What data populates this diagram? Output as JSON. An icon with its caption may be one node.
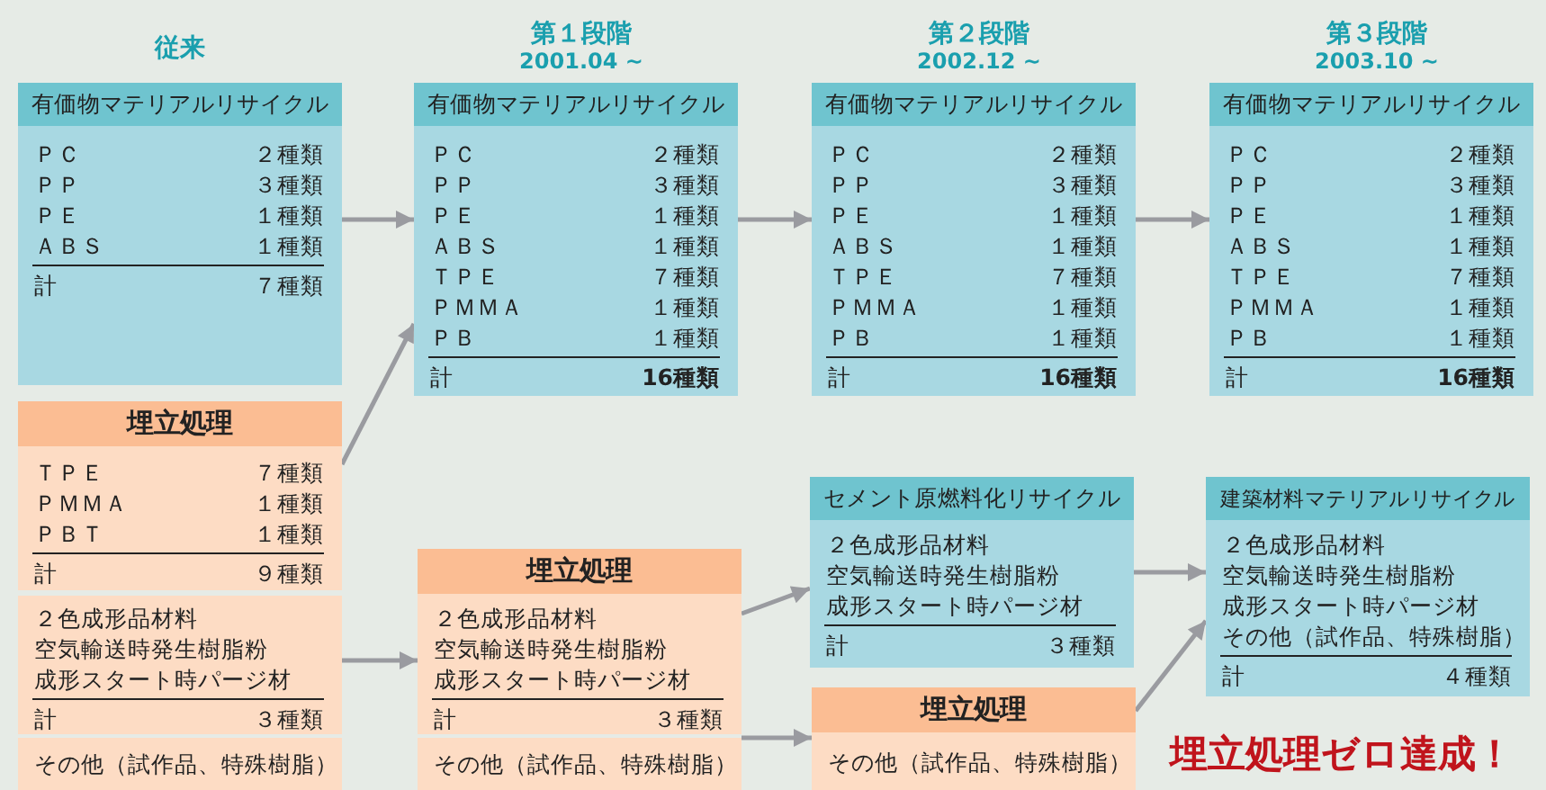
{
  "diagram": {
    "nodes": [
      {
        "text": [
          "有価物マテリアルリサイクル",
          "ＰＣ",
          "２種類",
          "ＰＰ",
          "３種類",
          "ＰＥ",
          "１種類",
          "ＡＢＳ",
          "１種類",
          "計",
          "７種類"
        ],
        "beside": [
          "従来"
        ]
      },
      {
        "text": [
          "有価物マテリアルリサイクル",
          "ＰＣ",
          "２種類",
          "ＰＰ",
          "３種類",
          "ＰＥ",
          "１種類",
          "ＡＢＳ",
          "１種類",
          "ＴＰＥ",
          "７種類",
          "ＰＭＭＡ",
          "１種類",
          "ＰＢ",
          "１種類",
          "計",
          "16種類"
        ],
        "beside": [
          "第１段階",
          "2001.04 ~"
        ]
      },
      {
        "text": [
          "有価物マテリアルリサイクル",
          "ＰＣ",
          "２種類",
          "ＰＰ",
          "３種類",
          "ＰＥ",
          "１種類",
          "ＡＢＳ",
          "１種類",
          "ＴＰＥ",
          "７種類",
          "ＰＭＭＡ",
          "１種類",
          "ＰＢ",
          "１種類",
          "計",
          "16種類"
        ],
        "beside": [
          "第２段階",
          "2002.12 ~"
        ]
      },
      {
        "text": [
          "有価物マテリアルリサイクル",
          "ＰＣ",
          "２種類",
          "ＰＰ",
          "３種類",
          "ＰＥ",
          "１種類",
          "ＡＢＳ",
          "１種類",
          "ＴＰＥ",
          "７種類",
          "ＰＭＭＡ",
          "１種類",
          "ＰＢ",
          "１種類",
          "計",
          "16種類"
        ],
        "beside": [
          "第３段階",
          "2003.10 ~"
        ]
      },
      {
        "text": [
          "埋立処理",
          "ＴＰＥ",
          "７種類",
          "ＰＭＭＡ",
          "１種類",
          "ＰＢＴ",
          "１種類",
          "計",
          "９種類"
        ]
      },
      {
        "text": [
          "２色成形品材料",
          "空気輸送時発生樹脂粉",
          "成形スタート時パージ材",
          "計",
          "３種類"
        ]
      },
      {
        "text": [
          "その他（試作品、特殊樹脂）"
        ]
      },
      {
        "text": [
          "埋立処理",
          "２色成形品材料",
          "空気輸送時発生樹脂粉",
          "成形スタート時パージ材",
          "計",
          "３種類"
        ]
      },
      {
        "text": [
          "その他（試作品、特殊樹脂）"
        ]
      },
      {
        "text": [
          "セメント原燃料化リサイクル",
          "２色成形品材料",
          "空気輸送時発生樹脂粉",
          "成形スタート時パージ材",
          "計",
          "３種類"
        ]
      },
      {
        "text": [
          "埋立処理",
          "その他（試作品、特殊樹脂）"
        ]
      },
      {
        "text": [
          "建築材料マテリアルリサイクル",
          "２色成形品材料",
          "空気輸送時発生樹脂粉",
          "成形スタート時パージ材",
          "その他（試作品、特殊樹脂）",
          "計",
          "４種類"
        ]
      }
    ],
    "edges": [
      {
        "from": 0,
        "to": 1,
        "arrow": "to"
      },
      {
        "from": 1,
        "to": 2,
        "arrow": "to"
      },
      {
        "from": 2,
        "to": 3,
        "arrow": "to"
      },
      {
        "from": 4,
        "to": 1,
        "arrow": "to"
      },
      {
        "from": 5,
        "to": 7,
        "arrow": "to"
      },
      {
        "from": 7,
        "to": 9,
        "arrow": "to"
      },
      {
        "from": 8,
        "to": 10,
        "arrow": "to"
      },
      {
        "from": 9,
        "to": 11,
        "arrow": "to"
      },
      {
        "from": 10,
        "to": 11,
        "arrow": "to"
      }
    ],
    "labels": [
      "埋立処理ゼロ達成！"
    ]
  }
}
